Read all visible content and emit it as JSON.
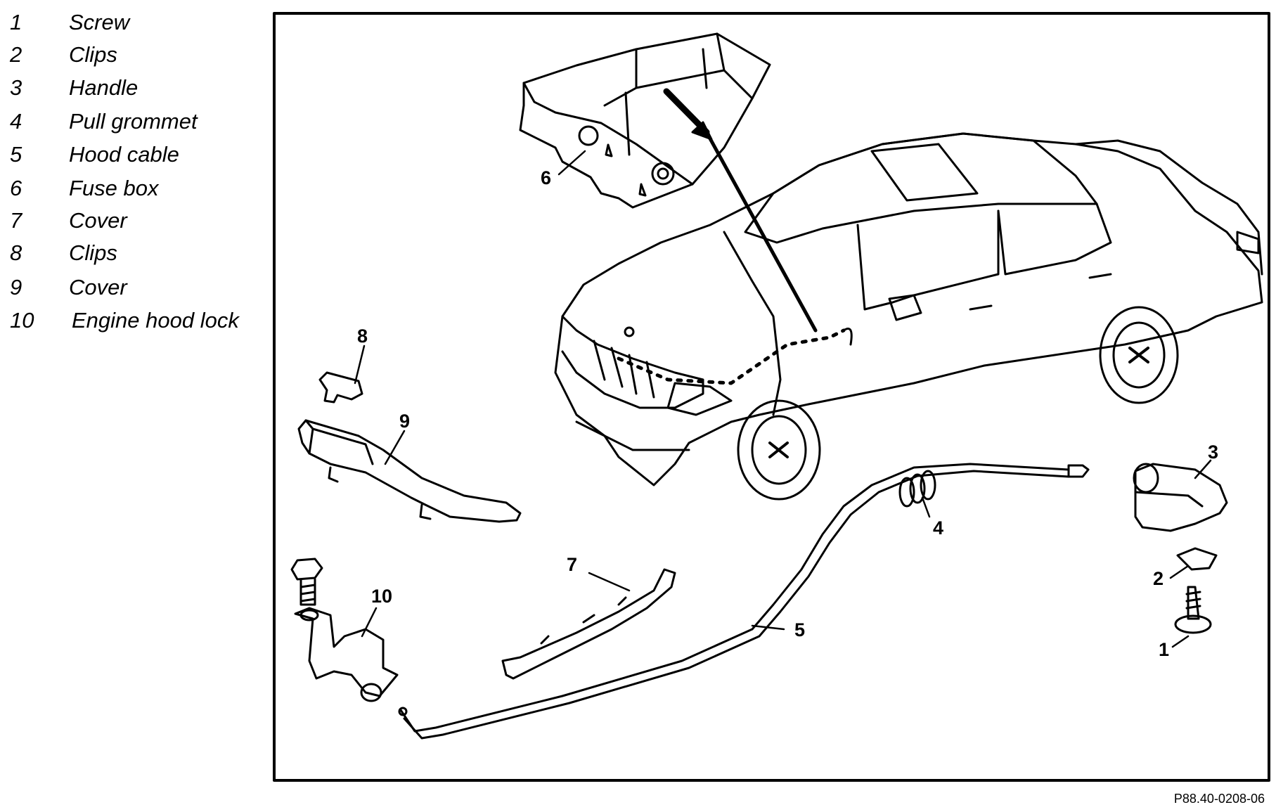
{
  "legend": {
    "items": [
      {
        "number": "1",
        "label": "Screw"
      },
      {
        "number": "2",
        "label": "Clips"
      },
      {
        "number": "3",
        "label": "Handle"
      },
      {
        "number": "4",
        "label": "Pull grommet"
      },
      {
        "number": "5",
        "label": "Hood cable"
      },
      {
        "number": "6",
        "label": "Fuse box"
      },
      {
        "number": "7",
        "label": "Cover"
      },
      {
        "number": "8",
        "label": "Clips"
      },
      {
        "number": "9",
        "label": "Cover"
      },
      {
        "number": "10",
        "label": "Engine hood lock"
      }
    ]
  },
  "callouts": [
    "6",
    "8",
    "9",
    "3",
    "4",
    "7",
    "10",
    "2",
    "5",
    "1"
  ],
  "figure": {
    "reference_code": "P88.40-0208-06"
  }
}
